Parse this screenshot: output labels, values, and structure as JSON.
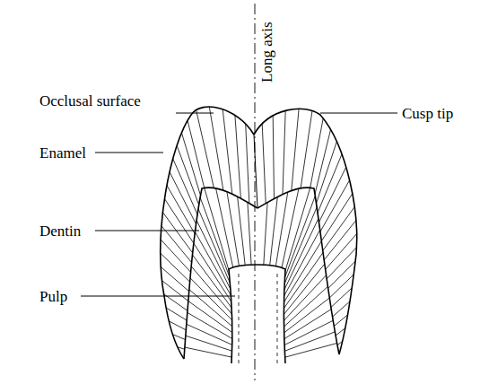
{
  "diagram": {
    "labels": [
      "Occlusal surface",
      "Enamel",
      "Dentin",
      "Pulp",
      "Long axis",
      "Cusp tip"
    ]
  }
}
